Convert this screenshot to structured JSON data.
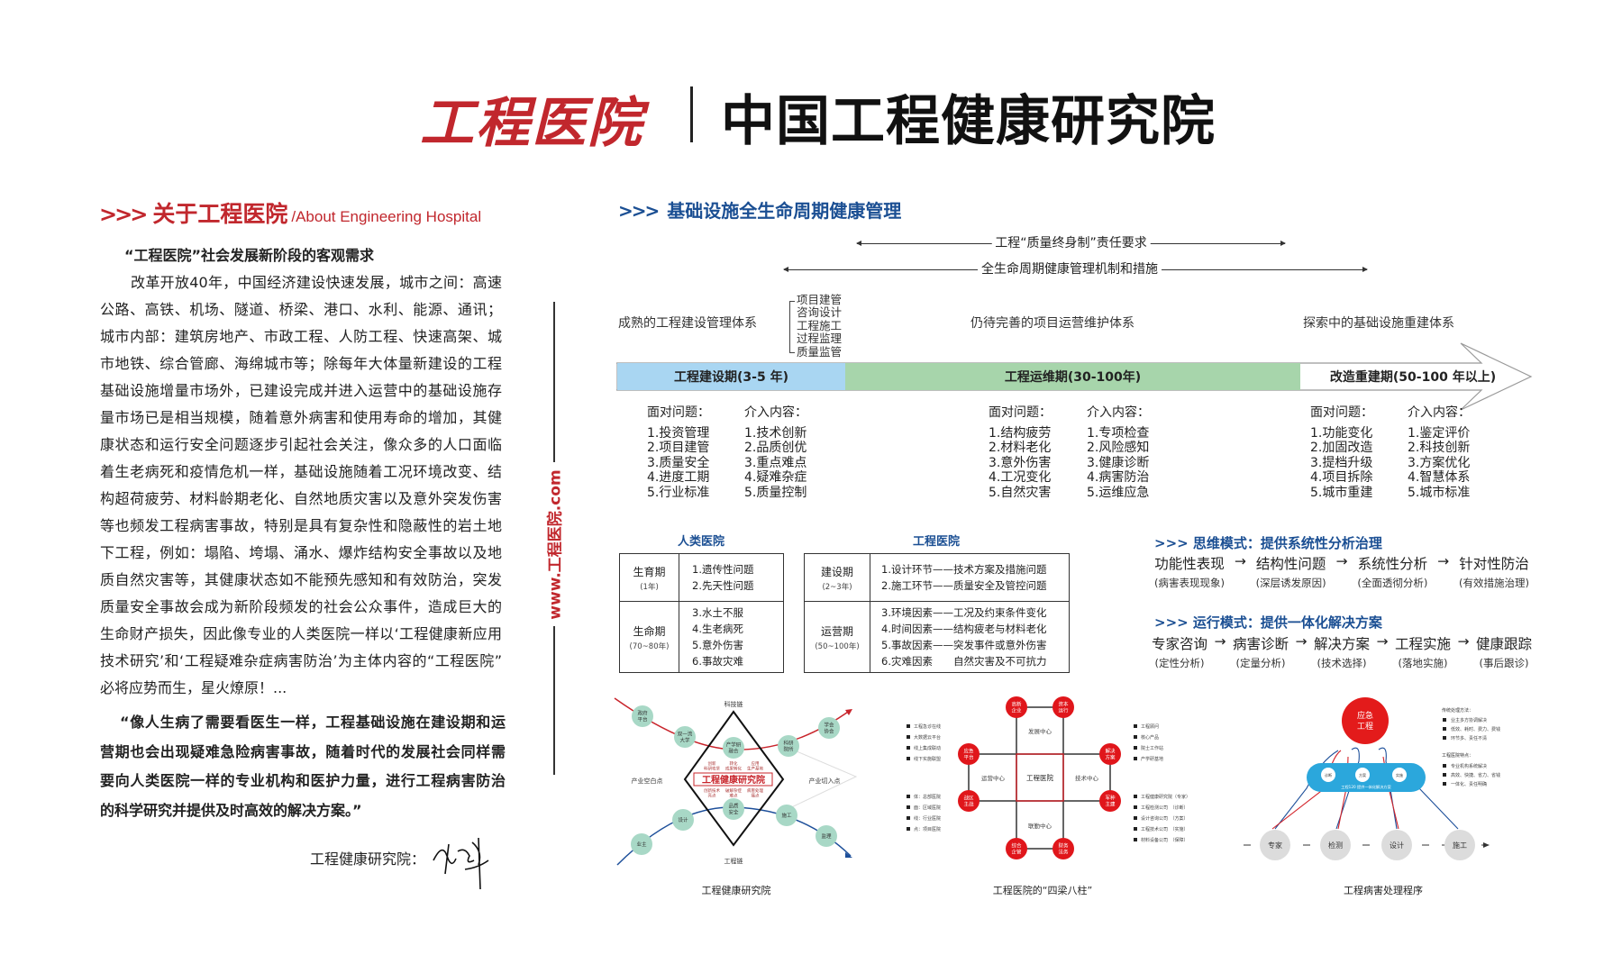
{
  "header": {
    "logo_text": "工程医院",
    "title": "中国工程健康研究院"
  },
  "about": {
    "chevrons": ">>>",
    "title": "关于工程医院",
    "title_en": "/About Engineering Hospital",
    "subheading": "“工程医院”社会发展新阶段的客观需求",
    "body_lines": [
      "改革开放40年，中国经济建设快速发展，城市之间：高速",
      "公路、高铁、机场、隧道、桥梁、港口、水利、能源、通讯；",
      "城市内部：建筑房地产、市政工程、人防工程、快速高架、城",
      "市地铁、综合管廊、海绵城市等；除每年大体量新建设的工程",
      "基础设施增量市场外，已建设完成并进入运营中的基础设施存",
      "量市场已是相当规模，随着意外病害和使用寿命的增加，其健",
      "康状态和运行安全问题逐步引起社会关注，像众多的人口面临",
      "着生老病死和疫情危机一样，基础设施随着工况环境改变、结",
      "构超荷疲劳、材料龄期老化、自然地质灾害以及意外突发伤害",
      "等也频发工程病害事故，特别是具有复杂性和隐蔽性的岩土地",
      "下工程，例如：塌陷、垮塌、涌水、爆炸结构安全事故以及地",
      "质自然灾害等，其健康状态如不能预先感知和有效防治，突发",
      "质量安全事故会成为新阶段频发的社会公众事件，造成巨大的",
      "生命财产损失，因此像专业的人类医院一样以‘工程健康新应用",
      "技术研究’和‘工程疑难杂症病害防治’为主体内容的“工程医院”",
      "必将应势而生，星火燎原！..."
    ],
    "quote_lines": [
      "“像人生病了需要看医生一样，工程基础设施在建设期和运",
      "营期也会出现疑难急险病害事故，随着时代的发展社会同样需",
      "要向人类医院一样的专业机构和医护力量，进行工程病害防治",
      "的科学研究并提供及时高效的解决方案。”"
    ],
    "signature_label": "工程健康研究院：",
    "website": "www.工程医院.com"
  },
  "lifecycle": {
    "chevrons": ">>>",
    "title": "基础设施全生命周期健康管理",
    "span1": "工程“质量终身制”责任要求",
    "span2": "全生命周期健康管理机制和措施",
    "system_labels": [
      "成熟的工程建设管理体系",
      "仍待完善的项目运营维护体系",
      "探索中的基础设施重建体系"
    ],
    "construction_list": [
      "项目建管",
      "咨询设计",
      "工程施工",
      "过程监理",
      "质量监管"
    ],
    "phases": [
      {
        "label": "工程建设期(3-5 年)",
        "color": "#a9d6f2"
      },
      {
        "label": "工程运维期(30-100年)",
        "color": "#a7d5ab"
      },
      {
        "label": "改造重建期(50-100 年以上)",
        "color": "#ffffff"
      }
    ],
    "problems_label": "面对问题：",
    "intervention_label": "介入内容：",
    "groups": [
      {
        "problems": [
          "1.投资管理",
          "2.项目建管",
          "3.质量安全",
          "4.进度工期",
          "5.行业标准"
        ],
        "interventions": [
          "1.技术创新",
          "2.品质创优",
          "3.重点难点",
          "4.疑难杂症",
          "5.质量控制"
        ]
      },
      {
        "problems": [
          "1.结构疲劳",
          "2.材料老化",
          "3.意外伤害",
          "4.工况变化",
          "5.自然灾害"
        ],
        "interventions": [
          "1.专项检查",
          "2.风险感知",
          "3.健康诊断",
          "4.病害防治",
          "5.运维应急"
        ]
      },
      {
        "problems": [
          "1.功能变化",
          "2.加固改造",
          "3.提档升级",
          "4.项目拆除",
          "5.城市重建"
        ],
        "interventions": [
          "1.鉴定评价",
          "2.科技创新",
          "3.方案优化",
          "4.智慧体系",
          "5.城市标准"
        ]
      }
    ]
  },
  "compare": {
    "human": {
      "title": "人类医院",
      "rows": [
        {
          "stage": "生育期",
          "duration": "(1年)",
          "items": [
            "1.遗传性问题",
            "2.先天性问题"
          ]
        },
        {
          "stage": "生命期",
          "duration": "(70~80年)",
          "items": [
            "3.水土不服",
            "4.生老病死",
            "5.意外伤害",
            "6.事故灾难"
          ]
        }
      ]
    },
    "engineering": {
      "title": "工程医院",
      "rows": [
        {
          "stage": "建设期",
          "duration": "(2~3年)",
          "items": [
            "1.设计环节——技术方案及措施问题",
            "2.施工环节——质量安全及管控问题"
          ]
        },
        {
          "stage": "运营期",
          "duration": "(50~100年)",
          "items": [
            "3.环境因素——工况及约束条件变化",
            "4.时间因素——结构疲老与材料老化",
            "5.事故因素——突发事件或意外伤害",
            "6.灾难因素　　自然灾害及不可抗力"
          ]
        }
      ]
    }
  },
  "modes": [
    {
      "title": ">>> 思维模式：提供系统性分析治理",
      "steps": [
        {
          "main": "功能性表现",
          "sub": "(病害表现现象)"
        },
        {
          "main": "结构性问题",
          "sub": "(深层诱发原因)"
        },
        {
          "main": "系统性分析",
          "sub": "(全面透彻分析)"
        },
        {
          "main": "针对性防治",
          "sub": "(有效措施治理)"
        }
      ]
    },
    {
      "title": ">>> 运行模式：提供一体化解决方案",
      "steps": [
        {
          "main": "专家咨询",
          "sub": "(定性分析)"
        },
        {
          "main": "病害诊断",
          "sub": "(定量分析)"
        },
        {
          "main": "解决方案",
          "sub": "(技术选择)"
        },
        {
          "main": "工程实施",
          "sub": "(落地实施)"
        },
        {
          "main": "健康跟踪",
          "sub": "(事后跟诊)"
        }
      ]
    }
  ],
  "arrow_glyph": "→",
  "diagram1": {
    "caption": "工程健康研究院",
    "center": "工程健康研究院",
    "top": "科技链",
    "bottom": "工程链",
    "left": "产业空白点",
    "right": "产业切入点",
    "upper_nodes": [
      [
        "政府",
        "平台"
      ],
      [
        "双一流",
        "大学"
      ],
      [
        "产学研",
        "融合"
      ],
      [
        "科研",
        "院所"
      ],
      [
        "学会",
        "协会"
      ]
    ],
    "lower_nodes": [
      [
        "业主"
      ],
      [
        "设计"
      ],
      [
        "品质",
        "安全"
      ],
      [
        "施工"
      ],
      [
        "监理"
      ]
    ],
    "upper_notes": [
      [
        "创新",
        "科研攻坚"
      ],
      [
        "转化",
        "成果转化"
      ],
      [
        "应用",
        "生产基地"
      ]
    ],
    "lower_notes": [
      [
        "创新技术",
        "亮点"
      ],
      [
        "破解杂症",
        "难点"
      ],
      [
        "病害处理",
        "痛点"
      ]
    ],
    "colors": {
      "upper": "#c8242b",
      "lower": "#1d4f9a",
      "node": "#a8d8c6"
    }
  },
  "diagram2": {
    "caption": "工程医院的“四梁八柱”",
    "center": "工程医院",
    "centers": [
      "发展中心",
      "运营中心",
      "技术中心",
      "联勤中心"
    ],
    "pillars": [
      [
        "高新",
        "企业"
      ],
      [
        "资本",
        "运行"
      ],
      [
        "应急",
        "平台"
      ],
      [
        "战区",
        "主战"
      ],
      [
        "解决",
        "方案"
      ],
      [
        "军种",
        "主建"
      ],
      [
        "综合",
        "企管"
      ],
      [
        "财务",
        "法务"
      ]
    ],
    "left_top": [
      "工程急诊在线",
      "大数据云平台",
      "线上集成联动",
      "线下实施联盟"
    ],
    "left_bottom": [
      "体：总部医院",
      "面：区域医院",
      "线：行业医院",
      "点：项目医院"
    ],
    "right_top": [
      "工程顾问",
      "核心产品",
      "院士工作站",
      "产学研基地"
    ],
    "right_bottom": [
      "工程健康研究院（专家）",
      "工程检测公司　（诊断）",
      "设计咨询公司　（方案）",
      "工程技术公司　（实施）",
      "材料设备公司　（保障）"
    ],
    "color": "#e0161b"
  },
  "diagram3": {
    "caption": "工程病害处理程序",
    "emergency": [
      "应急",
      "工程"
    ],
    "pill_nodes": [
      "诊断",
      "方案",
      "实施"
    ],
    "pill_text": "工程120 提供一体化解决方案",
    "steps": [
      "专家",
      "检测",
      "设计",
      "施工"
    ],
    "traditional_title": "传统处理方法：",
    "traditional": [
      "业主多方协调解决",
      "低效、耗时、费力、费钱",
      "环节多、责任不清"
    ],
    "features_title": "工程医院特点：",
    "features": [
      "专业机构系统解决",
      "高效、快捷、省力、省钱",
      "一体化、责任明确"
    ],
    "colors": {
      "red": "#e31b1b",
      "pill": "#2ba7dc",
      "step": "#dcdcdc"
    }
  }
}
